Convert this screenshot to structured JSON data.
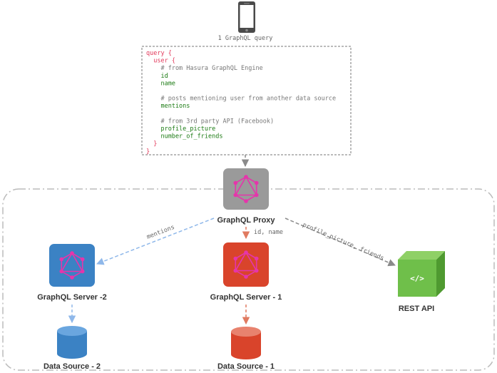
{
  "client": {
    "icon": "smartphone-icon",
    "caption": "1 GraphQL query"
  },
  "query_lines": [
    {
      "text": "query {",
      "color": "red"
    },
    {
      "text": "  user {",
      "color": "red"
    },
    {
      "text": "    # from Hasura GraphQL Engine",
      "color": "gray"
    },
    {
      "text": "    id",
      "color": "green"
    },
    {
      "text": "    name",
      "color": "green"
    },
    {
      "text": "",
      "color": "gray"
    },
    {
      "text": "    # posts mentioning user from another data source",
      "color": "gray"
    },
    {
      "text": "    mentions",
      "color": "green"
    },
    {
      "text": "",
      "color": "gray"
    },
    {
      "text": "    # from 3rd party API (Facebook)",
      "color": "gray"
    },
    {
      "text": "    profile_picture",
      "color": "green"
    },
    {
      "text": "    number_of_friends",
      "color": "green"
    },
    {
      "text": "  }",
      "color": "red"
    },
    {
      "text": "}",
      "color": "red"
    }
  ],
  "nodes": {
    "proxy": {
      "label": "GraphQL Proxy",
      "icon": "graphql-logo-icon",
      "color": "#9a9a9a"
    },
    "server2": {
      "label": "GraphQL Server -2",
      "icon": "graphql-logo-icon",
      "color": "#3b82c4"
    },
    "server1": {
      "label": "GraphQL Server - 1",
      "icon": "graphql-logo-icon",
      "color": "#d9442b"
    },
    "rest": {
      "label": "REST API",
      "icon": "code-cube-icon",
      "color": "#6fbf4a"
    },
    "ds2": {
      "label": "Data Source - 2",
      "icon": "database-icon",
      "color": "#3b82c4"
    },
    "ds1": {
      "label": "Data Source - 1",
      "icon": "database-icon",
      "color": "#d9442b"
    }
  },
  "edges": {
    "to_server2": "mentions",
    "to_server1": "id, name",
    "to_rest": "profile_picture, friends"
  },
  "colors": {
    "graphql_pink": "#e535ab",
    "query_red": "#e2385a",
    "query_green": "#1a7a12",
    "query_gray": "#777777",
    "border_dash": "#bbbbbb"
  }
}
